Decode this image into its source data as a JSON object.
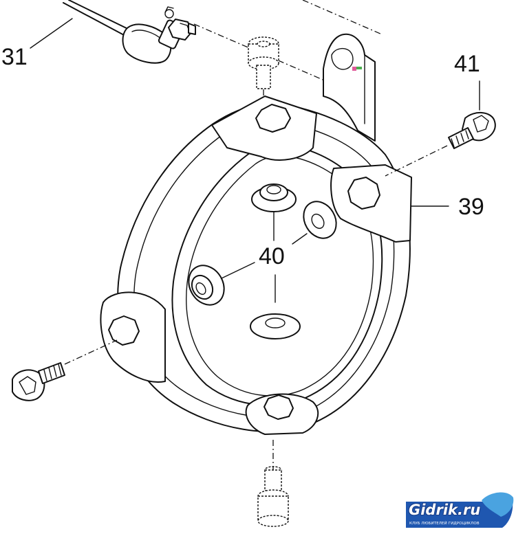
{
  "callouts": {
    "part_31": "31",
    "part_41": "41",
    "part_39": "39",
    "part_40": "40"
  },
  "watermark": {
    "brand": "Gidrik.ru",
    "tagline": "КЛУБ ЛЮБИТЕЛЕЙ ГИДРОЦИКЛОВ"
  },
  "colors": {
    "line": "#111111",
    "background": "#ffffff",
    "logo_blue": "#1f57b0",
    "logo_light": "#4aa3e0"
  }
}
